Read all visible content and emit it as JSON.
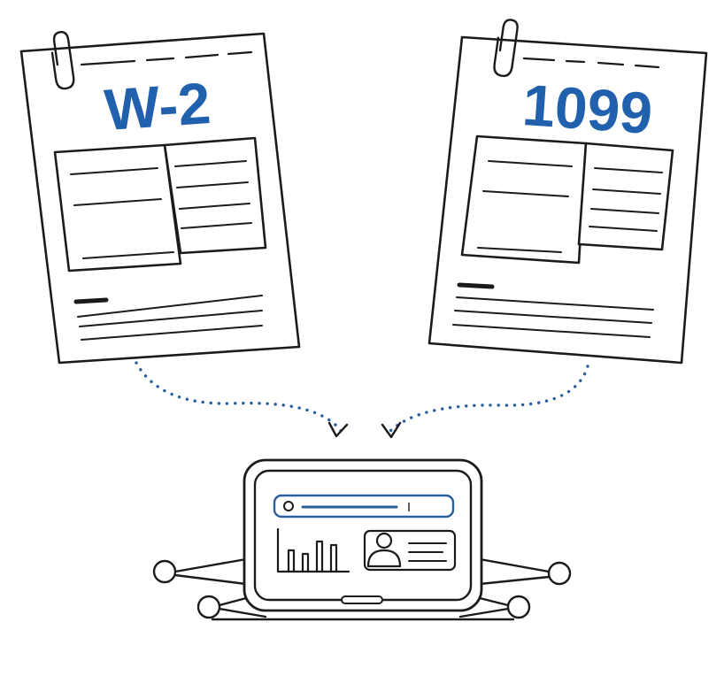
{
  "documents": [
    {
      "id": "w2",
      "title": "W-2"
    },
    {
      "id": "1099",
      "title": "1099"
    }
  ],
  "colors": {
    "accent": "#2160ad",
    "ink": "#1b1b1b",
    "flow": "#2a5f9e",
    "background": "#ffffff"
  },
  "icons": [
    "paperclip-icon",
    "paperclip-icon",
    "arrow-head-icon",
    "arrow-head-icon",
    "user-icon",
    "bar-chart-icon",
    "network-node-icon"
  ]
}
